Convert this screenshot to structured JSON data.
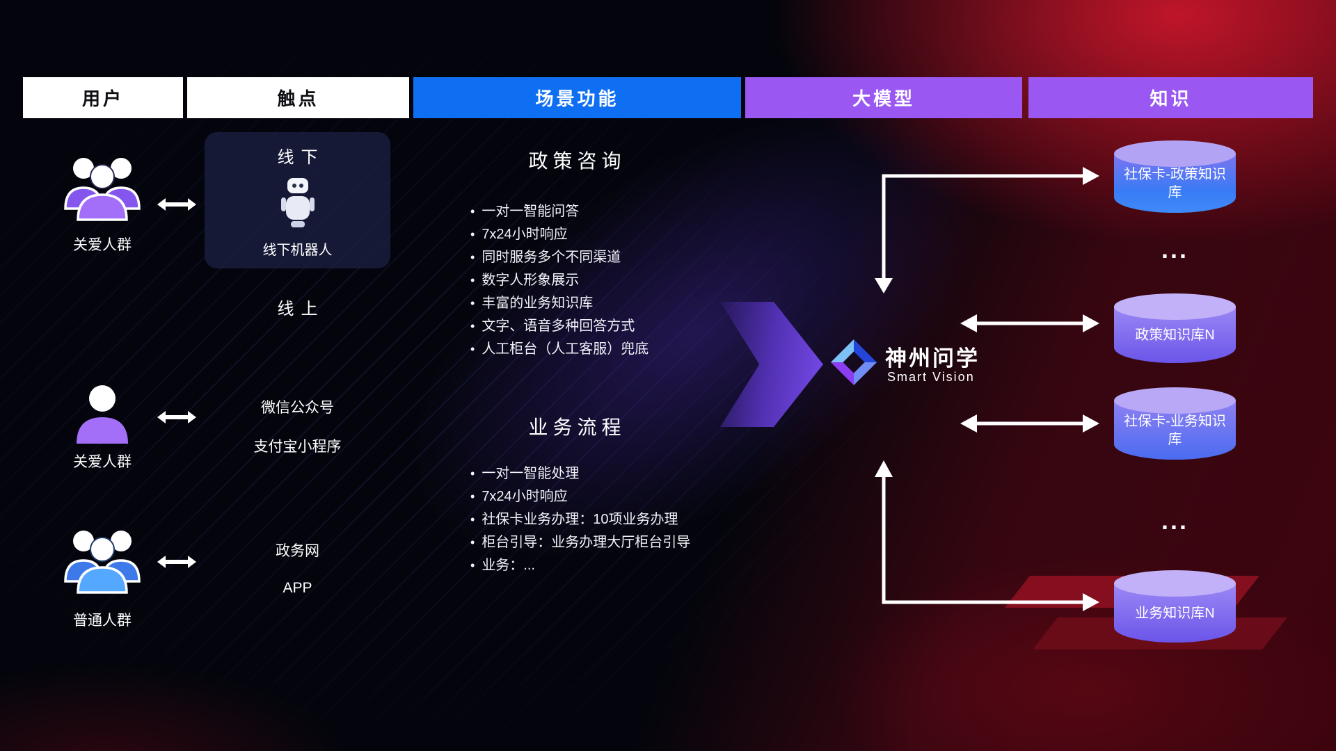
{
  "header": {
    "columns": [
      {
        "label": "用户"
      },
      {
        "label": "触点"
      },
      {
        "label": "场景功能"
      },
      {
        "label": "大模型"
      },
      {
        "label": "知识"
      }
    ]
  },
  "users": [
    {
      "label": "关爱人群"
    },
    {
      "label": "关爱人群"
    },
    {
      "label": "普通人群"
    }
  ],
  "touchpoints": {
    "offline_title": "线下",
    "offline_robot_label": "线下机器人",
    "online_title": "线上",
    "items": [
      "微信公众号",
      "支付宝小程序",
      "政务网",
      "APP"
    ]
  },
  "scenes": {
    "policy": {
      "title": "政策咨询",
      "bullets": [
        "一对一智能问答",
        "7x24小时响应",
        "同时服务多个不同渠道",
        "数字人形象展示",
        "丰富的业务知识库",
        "文字、语音多种回答方式",
        "人工柜台（人工客服）兜底"
      ]
    },
    "business": {
      "title": "业务流程",
      "bullets": [
        "一对一智能处理",
        "7x24小时响应",
        "社保卡业务办理：10项业务办理",
        "柜台引导：业务办理大厅柜台引导",
        "业务：..."
      ]
    }
  },
  "model": {
    "name": "神州问学",
    "subtitle": "Smart Vision"
  },
  "knowledge": {
    "items": [
      {
        "label": "社保卡-政策知识库"
      },
      {
        "label": "政策知识库N"
      },
      {
        "label": "社保卡-业务知识库"
      },
      {
        "label": "业务知识库N"
      }
    ],
    "ellipsis1": "...",
    "ellipsis2": "..."
  },
  "colors": {
    "header_blue": "#0f6ff2",
    "header_purple": "#9a57f2",
    "accent_purple": "#8b5cf6",
    "accent_blue": "#3f8cfa",
    "background_red": "#8d1120"
  }
}
